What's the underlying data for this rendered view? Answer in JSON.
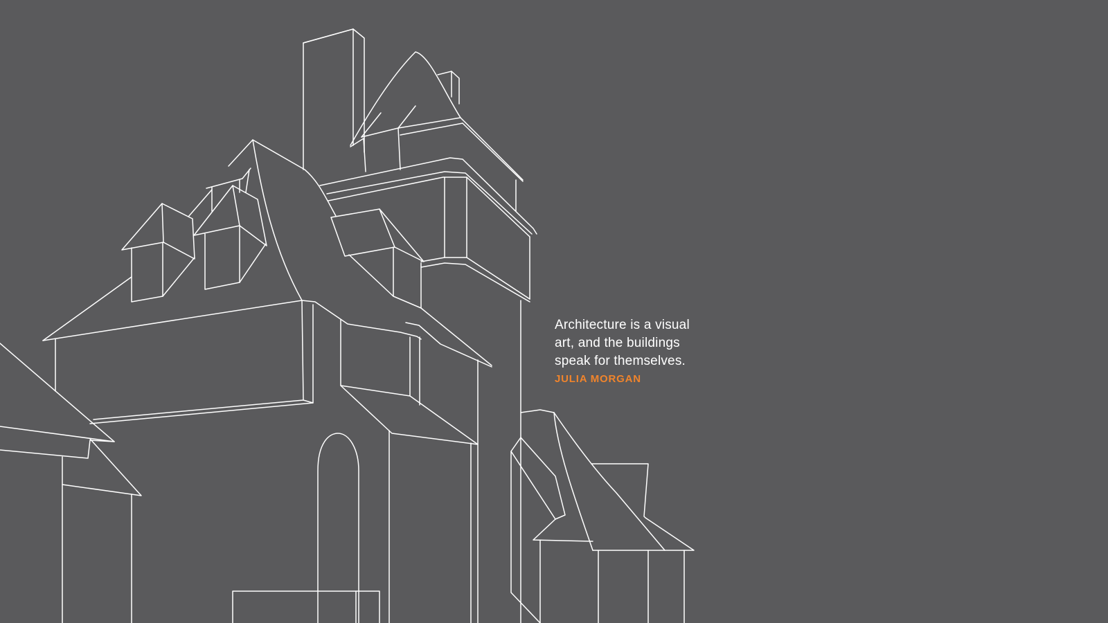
{
  "quote": {
    "lines": [
      "Architecture is a visual",
      "art, and the buildings",
      "speak for themselves."
    ],
    "author": "JULIA MORGAN"
  },
  "colors": {
    "background": "#5a5a5c",
    "line_art": "#ffffff",
    "accent": "#f0842c"
  },
  "illustration": {
    "icon": "house-line-drawing-icon"
  }
}
